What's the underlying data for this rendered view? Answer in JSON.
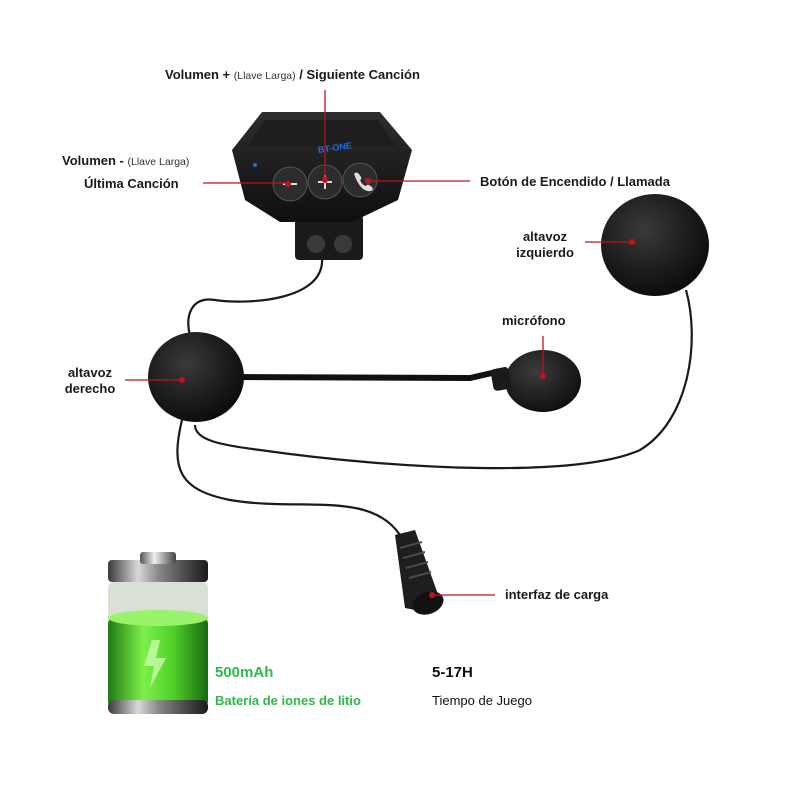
{
  "labels": {
    "vol_up_main": "Volumen +",
    "vol_up_small": "(Llave Larga)",
    "vol_up_rest": "/ Siguiente Canción",
    "vol_down_main": "Volumen -",
    "vol_down_small": "(Llave Larga)",
    "last_song": "Última Canción",
    "power_call": "Botón de Encendido / Llamada",
    "left_speaker_1": "altavoz",
    "left_speaker_2": "izquierdo",
    "right_speaker_1": "altavoz",
    "right_speaker_2": "derecho",
    "microphone": "micrófono",
    "charge_port": "interfaz de carga"
  },
  "specs": {
    "capacity": "500mAh",
    "battery_type": "Batería de iones de litio",
    "play_time": "5-17H",
    "play_time_label": "Tiempo de Juego"
  },
  "colors": {
    "leader_line": "#c0131c",
    "battery_green": "#2fb84a",
    "accent_blue": "#1e6fd9"
  },
  "icons": {
    "minus_button": "minus-icon",
    "plus_button": "plus-icon",
    "phone_button": "phone-icon",
    "battery": "battery-icon"
  }
}
